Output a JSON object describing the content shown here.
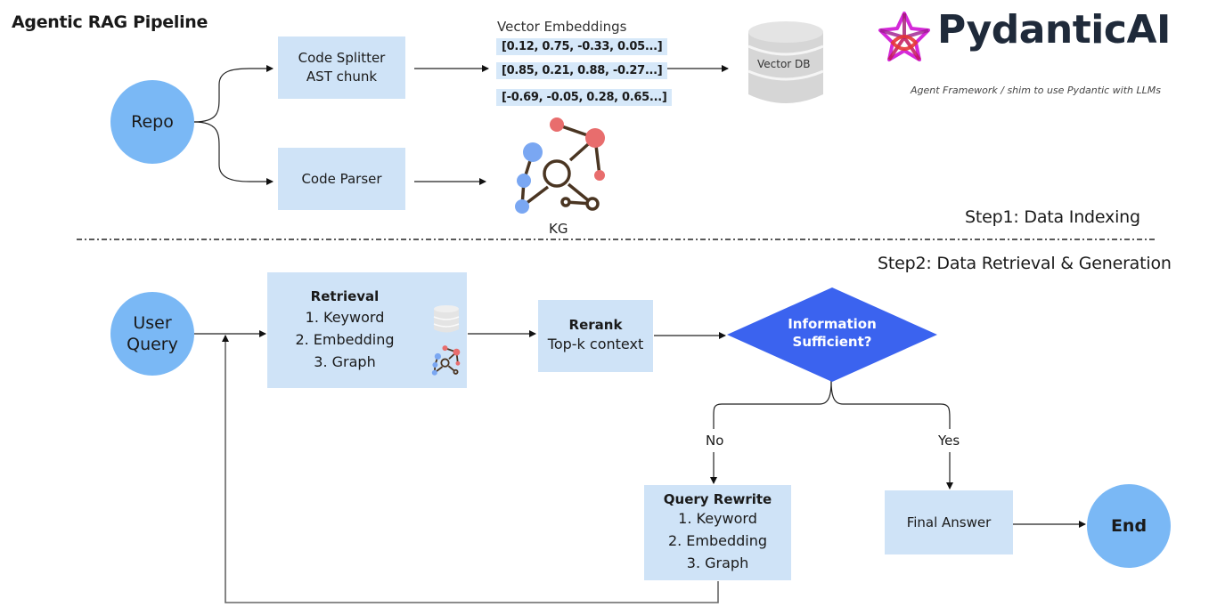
{
  "title": "Agentic RAG Pipeline",
  "brand": {
    "name": "PydanticAI",
    "tagline": "Agent Framework / shim to use Pydantic with LLMs",
    "logo_icon": "pydantic-star-logo",
    "logo_colors": [
      "#e520e9",
      "#c2185b",
      "#e53935"
    ]
  },
  "indexing": {
    "step_label": "Step1: Data Indexing",
    "repo_label": "Repo",
    "code_splitter": {
      "line1": "Code Splitter",
      "line2": "AST chunk"
    },
    "code_parser": "Code Parser",
    "embeddings_title": "Vector Embeddings",
    "embeddings": [
      "[0.12, 0.75, -0.33, 0.05...]",
      "[0.85, 0.21, 0.88, -0.27...]",
      "[-0.69, -0.05, 0.28, 0.65...]"
    ],
    "vector_db_label": "Vector DB",
    "kg_label": "KG"
  },
  "retrieval": {
    "step_label": "Step2: Data Retrieval & Generation",
    "user_query": {
      "line1": "User",
      "line2": "Query"
    },
    "retrieval_box": {
      "title": "Retrieval",
      "items": [
        "1.  Keyword",
        "2.  Embedding",
        "3.  Graph"
      ]
    },
    "rerank": {
      "title": "Rerank",
      "subtitle": "Top-k context"
    },
    "decision": {
      "line1": "Information",
      "line2": "Sufficient?"
    },
    "no_label": "No",
    "yes_label": "Yes",
    "query_rewrite": {
      "title": "Query Rewrite",
      "items": [
        "1.  Keyword",
        "2.  Embedding",
        "3.  Graph"
      ]
    },
    "final_answer": "Final Answer",
    "end_label": "End"
  },
  "colors": {
    "box_fill": "#cfe3f7",
    "circle_fill": "#7ab8f5",
    "decision_fill": "#3b63ef",
    "kg_blue": "#7aa7f2",
    "kg_red": "#e86d6d",
    "kg_edge": "#4a3522"
  }
}
